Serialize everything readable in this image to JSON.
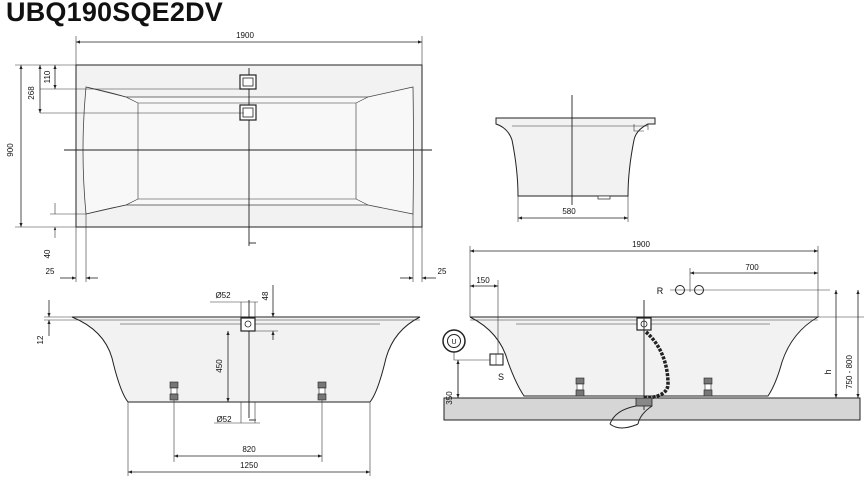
{
  "title": "UBQ190SQE2DV",
  "top_view": {
    "length": "1900",
    "width": "900",
    "dim_110": "110",
    "dim_268": "268",
    "dim_40": "40",
    "dim_25_left": "25",
    "dim_25_right": "25"
  },
  "end_view": {
    "dim_580": "580"
  },
  "front_view": {
    "dim_d52_top": "Ø52",
    "dim_48": "48",
    "dim_12": "12",
    "dim_450": "450",
    "dim_d52_bottom": "Ø52",
    "dim_820": "820",
    "dim_1250": "1250"
  },
  "side_view": {
    "dim_1900": "1900",
    "dim_700": "700",
    "dim_150": "150",
    "label_R": "R",
    "label_S": "S",
    "label_U": "U",
    "dim_350": "350",
    "label_h": "h",
    "dim_750_800": "750 - 800"
  },
  "colors": {
    "tub_fill": "#f2f2f2",
    "floor_fill": "#d6d6d6",
    "line": "#222222"
  }
}
